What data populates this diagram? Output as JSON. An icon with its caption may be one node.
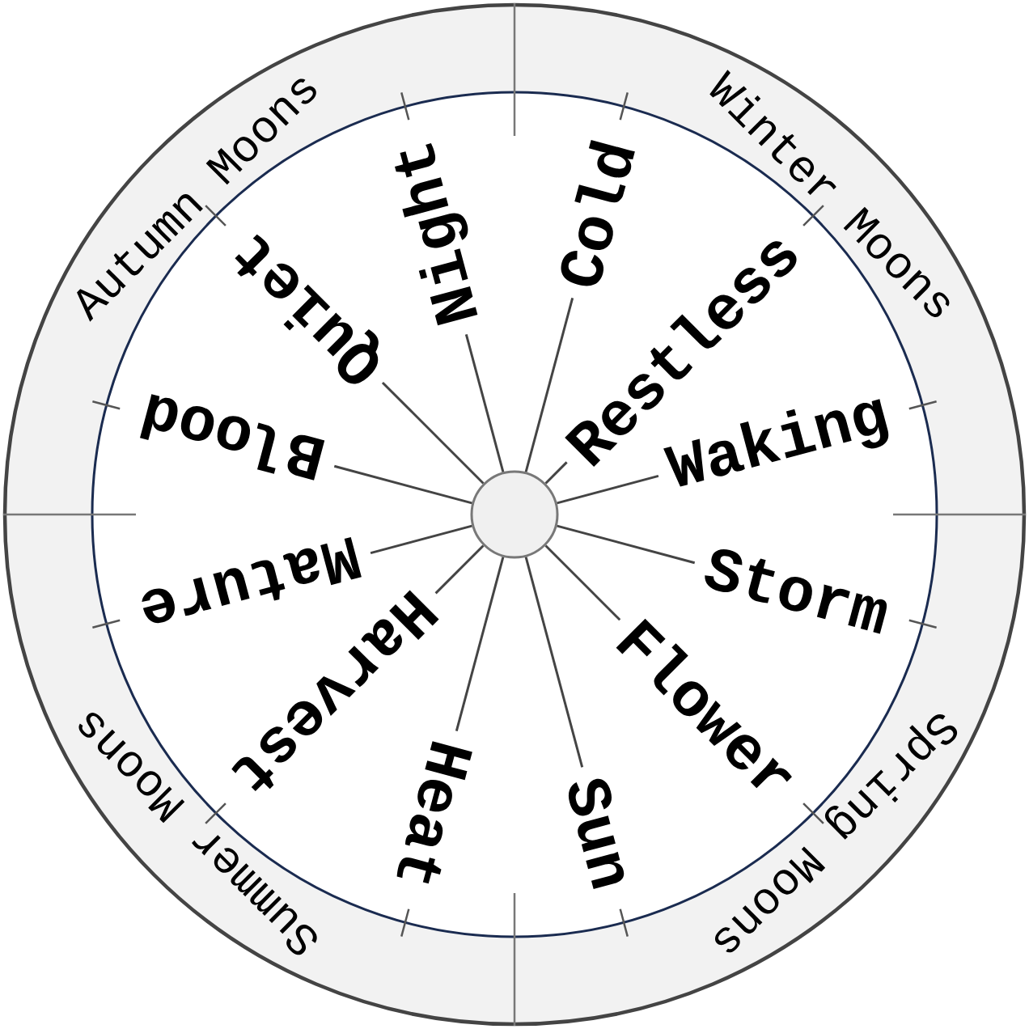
{
  "diagram": {
    "nodes": [
      {
        "text": [
          "Cold"
        ]
      },
      {
        "text": [
          "Restless"
        ]
      },
      {
        "text": [
          "Waking"
        ]
      },
      {
        "text": [
          "Storm"
        ]
      },
      {
        "text": [
          "Flower"
        ]
      },
      {
        "text": [
          "Sun"
        ]
      },
      {
        "text": [
          "Heat"
        ]
      },
      {
        "text": [
          "Harvest"
        ]
      },
      {
        "text": [
          "Mature"
        ]
      },
      {
        "text": [
          "Blood"
        ]
      },
      {
        "text": [
          "Quiet"
        ]
      },
      {
        "text": [
          "Night"
        ]
      },
      {
        "text": [],
        "shape": "circle"
      }
    ],
    "edges": [
      {
        "from": 12,
        "to": 0,
        "arrow": "none"
      },
      {
        "from": 12,
        "to": 1,
        "arrow": "none"
      },
      {
        "from": 12,
        "to": 2,
        "arrow": "none"
      },
      {
        "from": 12,
        "to": 3,
        "arrow": "none"
      },
      {
        "from": 12,
        "to": 4,
        "arrow": "none"
      },
      {
        "from": 12,
        "to": 5,
        "arrow": "none"
      },
      {
        "from": 12,
        "to": 6,
        "arrow": "none"
      },
      {
        "from": 12,
        "to": 7,
        "arrow": "none"
      },
      {
        "from": 12,
        "to": 8,
        "arrow": "none"
      },
      {
        "from": 12,
        "to": 9,
        "arrow": "none"
      },
      {
        "from": 12,
        "to": 10,
        "arrow": "none"
      },
      {
        "from": 12,
        "to": 11,
        "arrow": "none"
      }
    ],
    "labels": [
      "Winter Moons",
      "Spring Moons",
      "Summer Moons",
      "Autumn Moons"
    ]
  }
}
